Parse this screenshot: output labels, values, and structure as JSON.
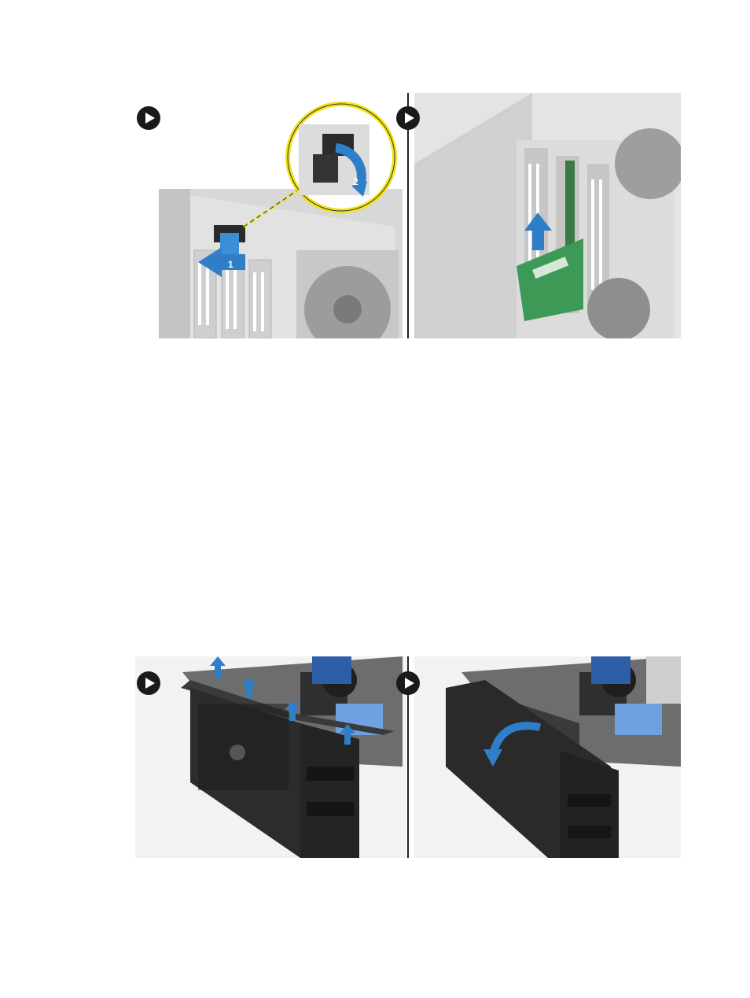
{
  "figures": [
    {
      "name": "pci-card-removal",
      "steps": [
        {
          "callouts": [
            "1",
            "2"
          ]
        },
        {
          "callouts": []
        }
      ]
    },
    {
      "name": "front-bezel-removal",
      "steps": [
        {
          "callouts": []
        },
        {
          "callouts": []
        }
      ]
    }
  ],
  "colors": {
    "accent_blue": "#3a8fd6",
    "callout_yellow": "#f0e21c",
    "card_green": "#3d9a56",
    "chassis_gray": "#cfcfcf",
    "bezel_black": "#2a2a2a"
  },
  "icons": [
    "play-arrow-icon"
  ]
}
